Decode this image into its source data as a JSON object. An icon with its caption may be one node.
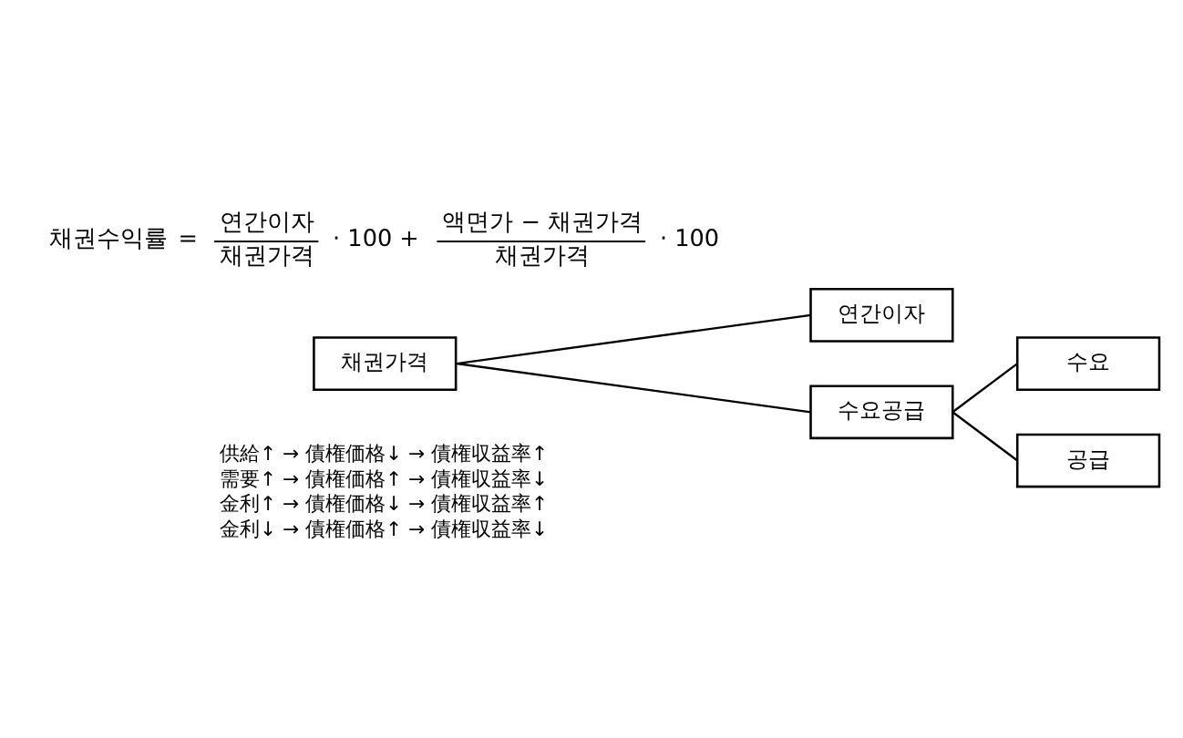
{
  "diagram": {
    "nodes": [
      {
        "text": [
          "채권가격"
        ]
      },
      {
        "text": [
          "연간이자"
        ]
      },
      {
        "text": [
          "수요공급"
        ]
      },
      {
        "text": [
          "수요"
        ]
      },
      {
        "text": [
          "공급"
        ]
      }
    ],
    "edges": [
      {
        "from": 0,
        "to": 1,
        "arrow": "none"
      },
      {
        "from": 0,
        "to": 2,
        "arrow": "none"
      },
      {
        "from": 2,
        "to": 3,
        "arrow": "none"
      },
      {
        "from": 2,
        "to": 4,
        "arrow": "none"
      }
    ],
    "labels": [
      "채권수익률",
      "=",
      "연간이자",
      "채권가격",
      "· 100 +",
      "액면가 − 채권가격",
      "채권가격",
      "· 100",
      "供給↑ → 債権価格↓ → 債権収益率↑",
      "需要↑ → 債権価格↑ → 債権収益率↓",
      "金利↑ → 債権価格↓ → 債権収益率↑",
      "金利↓ → 債権価格↑ → 債権収益率↓"
    ]
  }
}
